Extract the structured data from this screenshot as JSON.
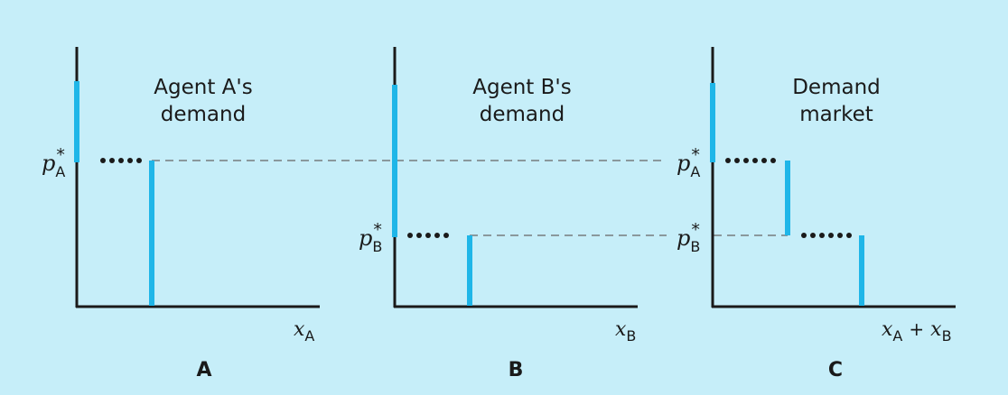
{
  "panels": [
    {
      "letter": "A",
      "title_lines": [
        "Agent A's",
        "demand"
      ],
      "x_label": {
        "var": "x",
        "sub": "A"
      }
    },
    {
      "letter": "B",
      "title_lines": [
        "Agent B's",
        "demand"
      ],
      "x_label": {
        "var": "x",
        "sub": "B"
      }
    },
    {
      "letter": "C",
      "title_lines": [
        "Demand",
        "market"
      ],
      "x_label": {
        "var": "x",
        "sub": "A",
        "op": "+",
        "var2": "x",
        "sub2": "B"
      }
    }
  ],
  "prices": {
    "pA": {
      "var": "p",
      "sub": "A",
      "sup": "*"
    },
    "pB": {
      "var": "p",
      "sub": "B",
      "sup": "*"
    }
  },
  "colors": {
    "background": "#c6eef9",
    "demand": "#1fb6e8",
    "axis": "#1a1a1a",
    "guide": "#666666"
  }
}
